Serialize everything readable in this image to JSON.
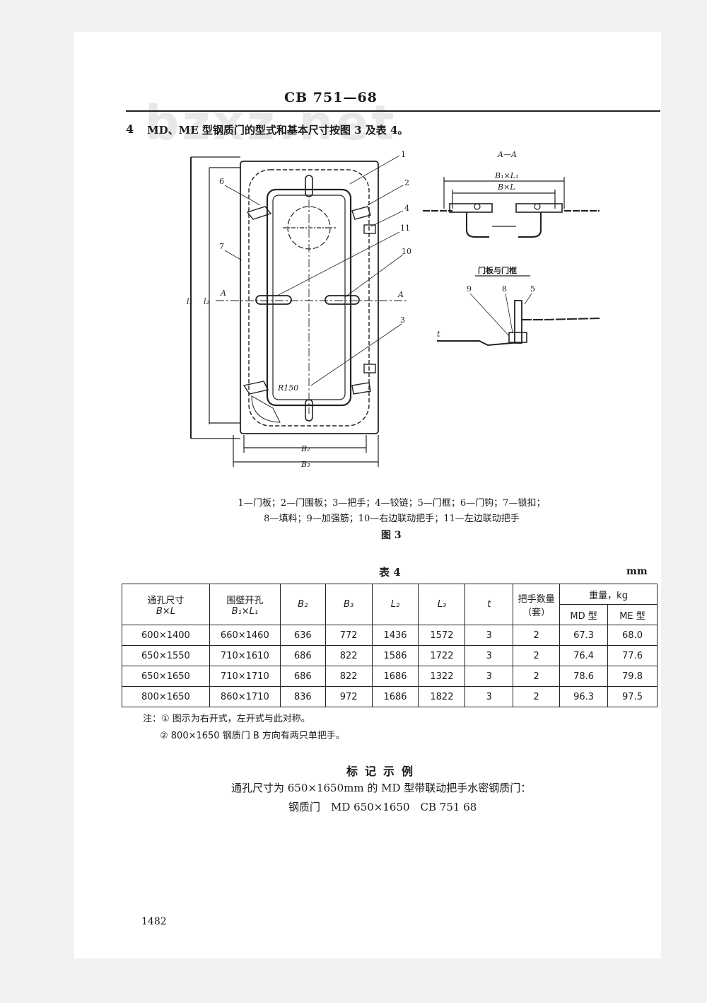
{
  "header": {
    "standard_code": "CB 751—68"
  },
  "watermark": "bzxz.net",
  "section": {
    "number": "4",
    "text": "MD、ME 型钢质门的型式和基本尺寸按图 3 及表 4。"
  },
  "figure": {
    "callouts": [
      "1",
      "2",
      "4",
      "11",
      "10",
      "3",
      "6",
      "7"
    ],
    "dim_labels": {
      "l3": "l₃",
      "l2": "l₂",
      "b2": "B₂",
      "b3": "B₃",
      "radius": "R150",
      "section_a_left": "A",
      "section_a_right": "A"
    },
    "section_view": {
      "title": "A—A",
      "dim1": "B₁×L₁",
      "dim2": "B×L"
    },
    "detail_view": {
      "title": "门板与门框",
      "callouts": [
        "9",
        "8",
        "5"
      ],
      "t_label": "t"
    },
    "legend_line1": "1—门板；2—门围板；3—把手；4—铰链；5—门框；6—门钩；7—锁扣；",
    "legend_line2": "8—填料；9—加强筋；10—右边联动把手；11—左边联动把手",
    "label": "图 3"
  },
  "table": {
    "title": "表 4",
    "unit": "mm",
    "headers": {
      "opening_line1": "通孔尺寸",
      "opening_line2": "B×L",
      "coaming_line1": "围壁开孔",
      "coaming_line2": "B₁×L₁",
      "b2": "B₂",
      "b3": "B₃",
      "l2": "L₂",
      "l3": "L₃",
      "t": "t",
      "handle_line1": "把手数量",
      "handle_line2": "（套）",
      "weight": "重量，kg",
      "md": "MD 型",
      "me": "ME 型"
    },
    "rows": [
      [
        "600×1400",
        "660×1460",
        "636",
        "772",
        "1436",
        "1572",
        "3",
        "2",
        "67.3",
        "68.0"
      ],
      [
        "650×1550",
        "710×1610",
        "686",
        "822",
        "1586",
        "1722",
        "3",
        "2",
        "76.4",
        "77.6"
      ],
      [
        "650×1650",
        "710×1710",
        "686",
        "822",
        "1686",
        "1322",
        "3",
        "2",
        "78.6",
        "79.8"
      ],
      [
        "800×1650",
        "860×1710",
        "836",
        "972",
        "1686",
        "1822",
        "3",
        "2",
        "96.3",
        "97.5"
      ]
    ]
  },
  "notes": {
    "note1": "注：① 图示为右开式，左开式与此对称。",
    "note2": "② 800×1650 钢质门 B 方向有两只单把手。"
  },
  "example": {
    "heading": "标记示例",
    "line1": "通孔尺寸为 650×1650mm 的 MD 型带联动把手水密钢质门：",
    "line2": "钢质门　MD 650×1650　CB 751 68"
  },
  "page_number": "1482"
}
